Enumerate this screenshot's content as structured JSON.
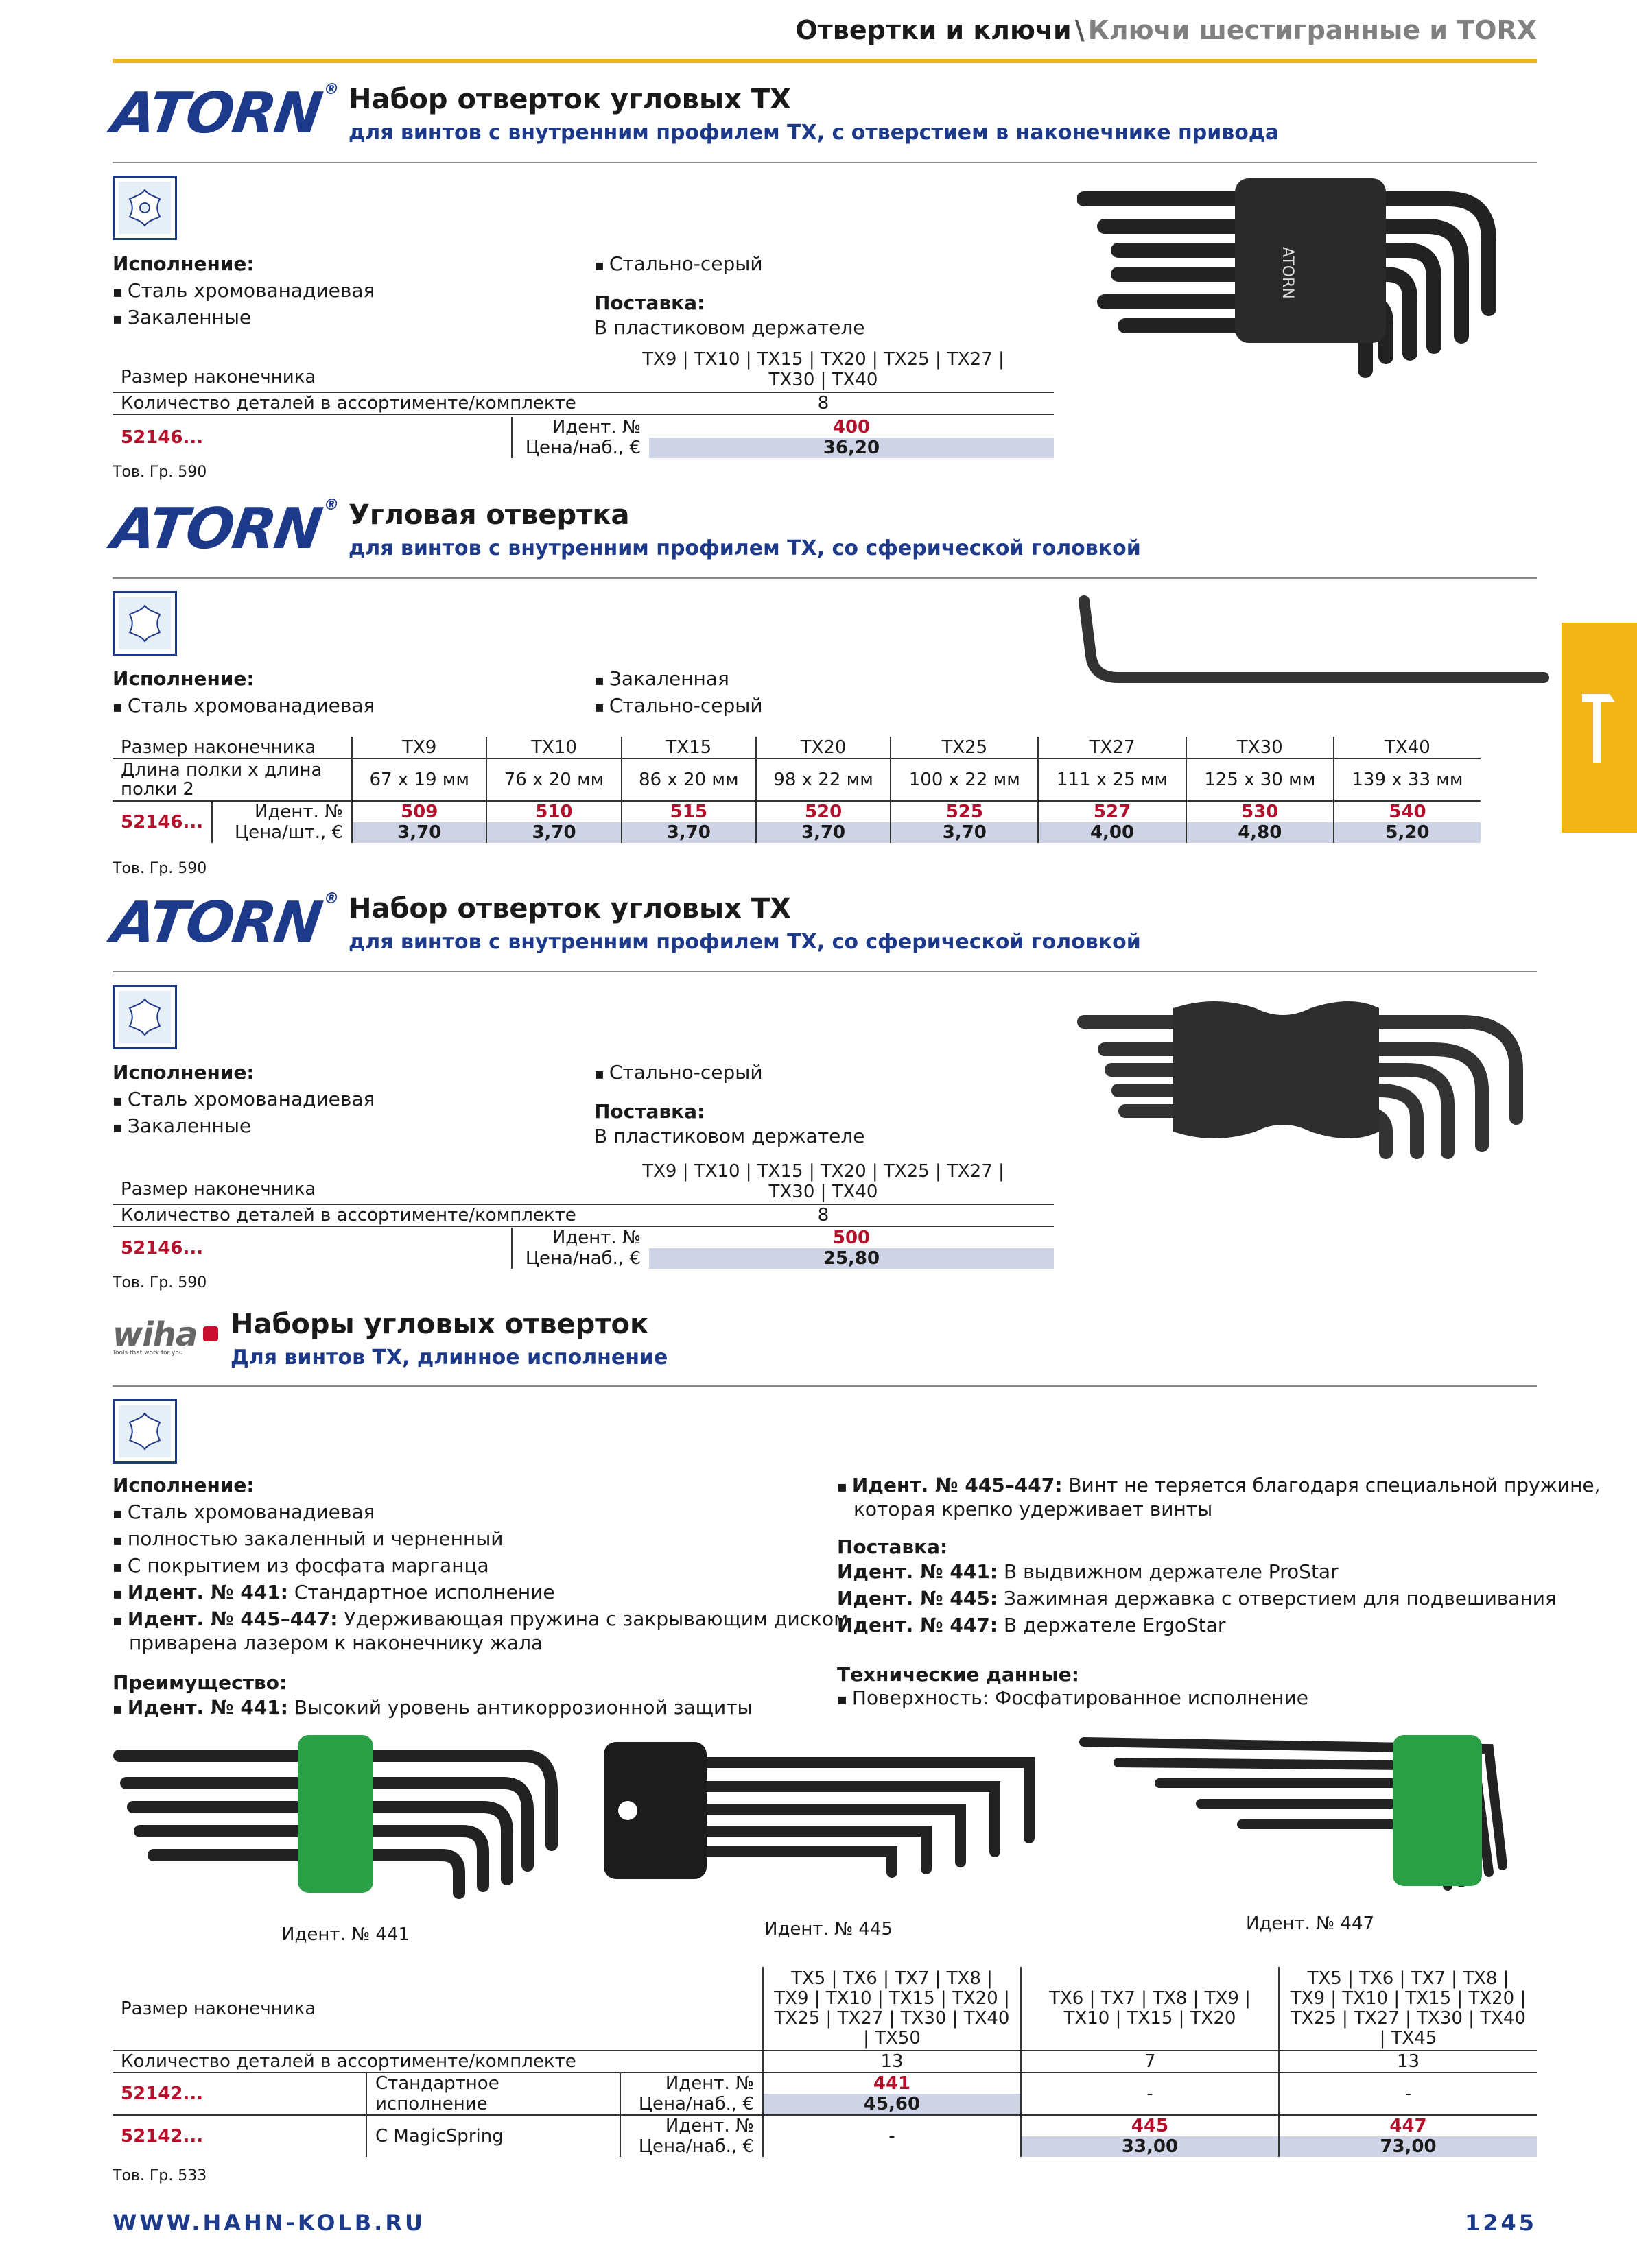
{
  "header": {
    "category": "Отвертки и ключи",
    "separator": "\\",
    "subcategory": "Ключи шестигранные и TORX"
  },
  "colors": {
    "accent": "#f3b418",
    "brand_blue": "#1d3a8a",
    "price_red": "#b4102b",
    "shade": "#cfd3e6"
  },
  "tab_icon": "hammer-icon",
  "sections": [
    {
      "brand": "ATORN",
      "reg": "®",
      "title": "Набор отверток угловых TX",
      "subtitle": "для винтов с внутренним профилем TX, с отверстием в наконечнике привода",
      "icon": "torx-icon",
      "spec_head": "Исполнение:",
      "spec_items": [
        "Сталь хромованадиевая",
        "Закаленные"
      ],
      "col2_item": "Стально-серый",
      "delivery_head": "Поставка:",
      "delivery": "В пластиковом держателе",
      "size_label": "Размер наконечника",
      "size_value_1": "TX9 | TX10 | TX15 | TX20 | TX25 | TX27 |",
      "size_value_2": "TX30 | TX40",
      "qty_label": "Количество деталей в ассортименте/комплекте",
      "qty_value": "8",
      "article": "52146...",
      "ident_label": "Идент. №",
      "ident_value": "400",
      "price_label": "Цена/наб., €",
      "price_value": "36,20",
      "tov": "Тов. Гр. 590"
    },
    {
      "brand": "ATORN",
      "reg": "®",
      "title": "Угловая отвертка",
      "subtitle": "для винтов с внутренним профилем TX, со сферической головкой",
      "icon": "torx-icon",
      "spec_head": "Исполнение:",
      "spec_items": [
        "Сталь хромованадиевая"
      ],
      "col2_items": [
        "Закаленная",
        "Стально-серый"
      ],
      "size_label": "Размер наконечника",
      "len_label_1": "Длина полки х длина",
      "len_label_2": "полки 2",
      "article": "52146...",
      "ident_label": "Идент. №",
      "price_label": "Цена/шт., €",
      "columns": [
        {
          "size": "TX9",
          "len": "67 х 19 мм",
          "ident": "509",
          "price": "3,70"
        },
        {
          "size": "TX10",
          "len": "76 х 20 мм",
          "ident": "510",
          "price": "3,70"
        },
        {
          "size": "TX15",
          "len": "86 х 20 мм",
          "ident": "515",
          "price": "3,70"
        },
        {
          "size": "TX20",
          "len": "98 х 22 мм",
          "ident": "520",
          "price": "3,70"
        },
        {
          "size": "TX25",
          "len": "100 х 22 мм",
          "ident": "525",
          "price": "3,70"
        },
        {
          "size": "TX27",
          "len": "111 х 25 мм",
          "ident": "527",
          "price": "4,00"
        },
        {
          "size": "TX30",
          "len": "125 х 30 мм",
          "ident": "530",
          "price": "4,80"
        },
        {
          "size": "TX40",
          "len": "139 х 33 мм",
          "ident": "540",
          "price": "5,20"
        }
      ],
      "tov": "Тов. Гр. 590"
    },
    {
      "brand": "ATORN",
      "reg": "®",
      "title": "Набор отверток угловых TX",
      "subtitle": "для винтов с внутренним профилем TX, со сферической головкой",
      "icon": "torx-icon",
      "spec_head": "Исполнение:",
      "spec_items": [
        "Сталь хромованадиевая",
        "Закаленные"
      ],
      "col2_item": "Стально-серый",
      "delivery_head": "Поставка:",
      "delivery": "В пластиковом держателе",
      "size_label": "Размер наконечника",
      "size_value_1": "TX9 | TX10 | TX15 | TX20 | TX25 | TX27 |",
      "size_value_2": "TX30 | TX40",
      "qty_label": "Количество деталей в ассортименте/комплекте",
      "qty_value": "8",
      "article": "52146...",
      "ident_label": "Идент. №",
      "ident_value": "500",
      "price_label": "Цена/наб., €",
      "price_value": "25,80",
      "tov": "Тов. Гр. 590"
    },
    {
      "brand": "wiha",
      "brand_tag": "Tools that work for you",
      "title": "Наборы угловых отверток",
      "subtitle": "Для винтов TX, длинное исполнение",
      "icon": "torx-icon",
      "spec_head": "Исполнение:",
      "spec_items": [
        "Сталь хромованадиевая",
        "полностью закаленный и черненный",
        "С покрытием из фосфата марганца"
      ],
      "spec_bold_items": [
        {
          "b": "Идент. № 441:",
          "t": " Стандартное исполнение"
        },
        {
          "b": "Идент. № 445–447:",
          "t": " Удерживающая пружина с закрывающим диском",
          "t2": "приварена лазером к наконечнику жала"
        }
      ],
      "adv_head": "Преимущество:",
      "adv_b": "Идент. № 441:",
      "adv_t": " Высокий уровень антикоррозионной защиты",
      "col2_b": "Идент. № 445–447:",
      "col2_t": " Винт не теряется благодаря специальной пружине,",
      "col2_t2": "которая крепко удерживает винты",
      "delivery_head": "Поставка:",
      "delivery": [
        {
          "b": "Идент. № 441:",
          "t": " В выдвижном держателе ProStar"
        },
        {
          "b": "Идент. № 445:",
          "t": " Зажимная державка с отверстием для подвешивания"
        },
        {
          "b": "Идент. № 447:",
          "t": " В держателе ErgoStar"
        }
      ],
      "tech_head": "Технические данные:",
      "tech_item": "Поверхность: Фосфатированное исполнение",
      "captions": [
        "Идент. № 441",
        "Идент. № 445",
        "Идент. № 447"
      ],
      "size_label": "Размер наконечника",
      "size_cols": [
        [
          "TX5 | TX6 | TX7 | TX8 |",
          "TX9 | TX10 | TX15 | TX20 |",
          "TX25 | TX27 | TX30 | TX40",
          "| TX50"
        ],
        [
          "TX6 | TX7 | TX8 | TX9 |",
          "TX10 | TX15 | TX20"
        ],
        [
          "TX5 | TX6 | TX7 | TX8 |",
          "TX9 | TX10 | TX15 | TX20 |",
          "TX25 | TX27 | TX30 | TX40",
          "| TX45"
        ]
      ],
      "qty_label": "Количество деталей в ассортименте/комплекте",
      "qty": [
        "13",
        "7",
        "13"
      ],
      "rows": [
        {
          "article": "52142...",
          "desc": "Стандартное исполнение",
          "ident_label": "Идент. №",
          "price_label": "Цена/наб., €",
          "vals": [
            {
              "ident": "441",
              "price": "45,60"
            },
            {
              "dash": "-"
            },
            {
              "dash": "-"
            }
          ]
        },
        {
          "article": "52142...",
          "desc": "С MagicSpring",
          "ident_label": "Идент. №",
          "price_label": "Цена/наб., €",
          "vals": [
            {
              "dash": "-"
            },
            {
              "ident": "445",
              "price": "33,00"
            },
            {
              "ident": "447",
              "price": "73,00"
            }
          ]
        }
      ],
      "tov": "Тов. Гр. 533"
    }
  ],
  "footer": {
    "url": "WWW.HAHN-KOLB.RU",
    "page": "1245"
  }
}
